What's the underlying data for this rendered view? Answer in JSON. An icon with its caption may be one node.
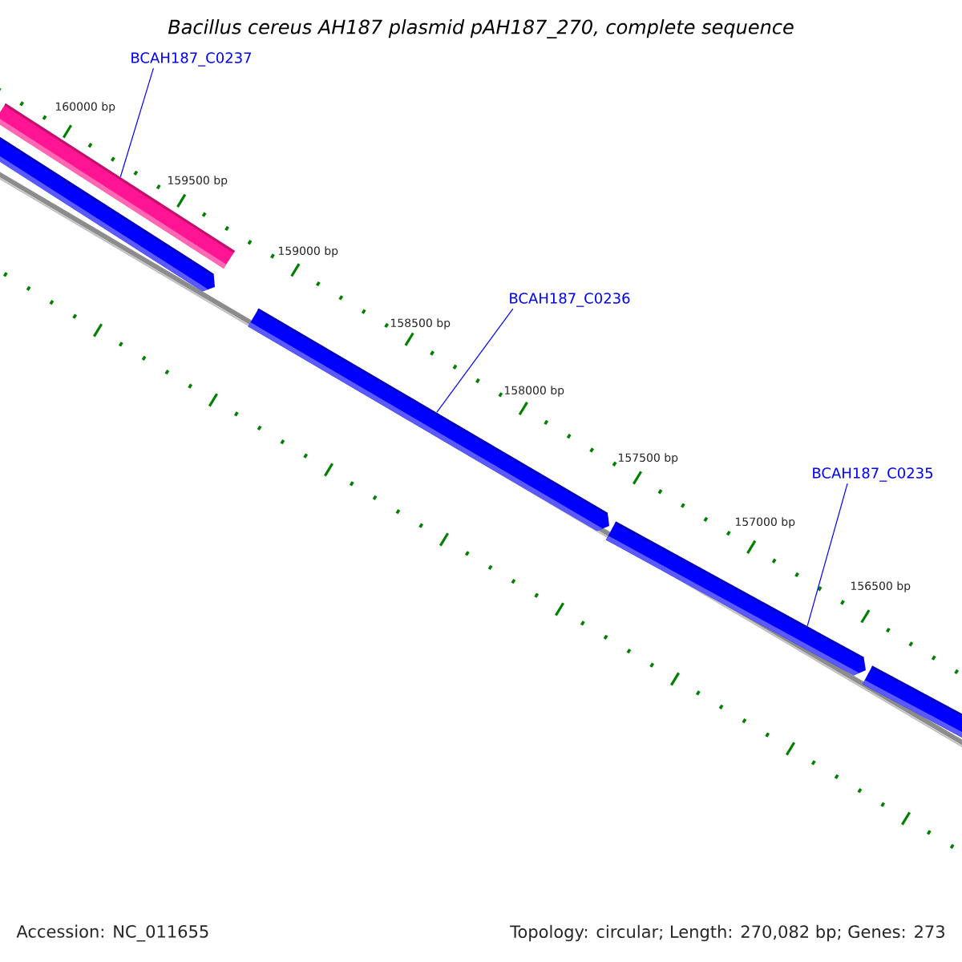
{
  "diagram": {
    "title": "Bacillus cereus AH187 plasmid pAH187_270, complete sequence",
    "nodes": [
      {
        "text": [
          "BCAH187_C0237"
        ]
      },
      {
        "text": [
          "BCAH187_C0236"
        ]
      },
      {
        "text": [
          "BCAH187_C0235"
        ]
      },
      {
        "text": [],
        "shape": "bar"
      },
      {
        "text": [],
        "shape": "arrow"
      },
      {
        "text": [],
        "shape": "arrow"
      },
      {
        "text": [],
        "shape": "arrow"
      },
      {
        "text": [],
        "shape": "arrow"
      }
    ],
    "edges": [
      {
        "from": 0,
        "to": 3,
        "arrow": "none"
      },
      {
        "from": 1,
        "to": 5,
        "arrow": "none"
      },
      {
        "from": 2,
        "to": 6,
        "arrow": "none"
      }
    ],
    "labels": [
      "160000 bp",
      "159500 bp",
      "159000 bp",
      "158500 bp",
      "158000 bp",
      "157500 bp",
      "157000 bp",
      "156500 bp",
      "Accession: NC_011655",
      "Topology: circular; Length: 270,082 bp; Genes: 273"
    ]
  }
}
